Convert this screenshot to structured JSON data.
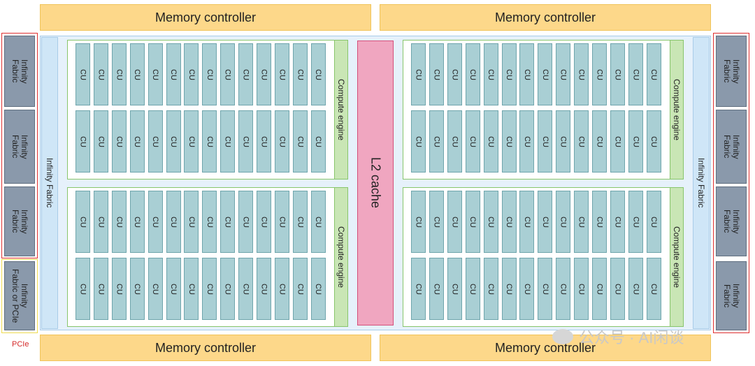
{
  "memory_controller_label": "Memory controller",
  "infinity_fabric_label": "Infinity Fabric",
  "compute_engine_label": "Compute engine",
  "cu_label": "CU",
  "l2_cache_label": "L2 cache",
  "ports": {
    "left": [
      "Infinity\nFabric",
      "Infinity\nFabric",
      "Infinity\nFabric",
      "Infinity\nFabric or PCIe"
    ],
    "right": [
      "Infinity\nFabric",
      "Infinity\nFabric",
      "Infinity\nFabric",
      "Infinity\nFabric"
    ]
  },
  "pcie_label": "PCIe",
  "watermark": "公众号 · AI闲谈",
  "colors": {
    "memory_controller": "#fdd88a",
    "die_background": "#e6f1fb",
    "compute_unit": "#a9cfd4",
    "compute_engine_border": "#88c56b",
    "l2_cache": "#f0a6c0",
    "fabric_port": "#8a99ab",
    "highlight_red": "#e03030",
    "highlight_yellow": "#f0dc50"
  }
}
